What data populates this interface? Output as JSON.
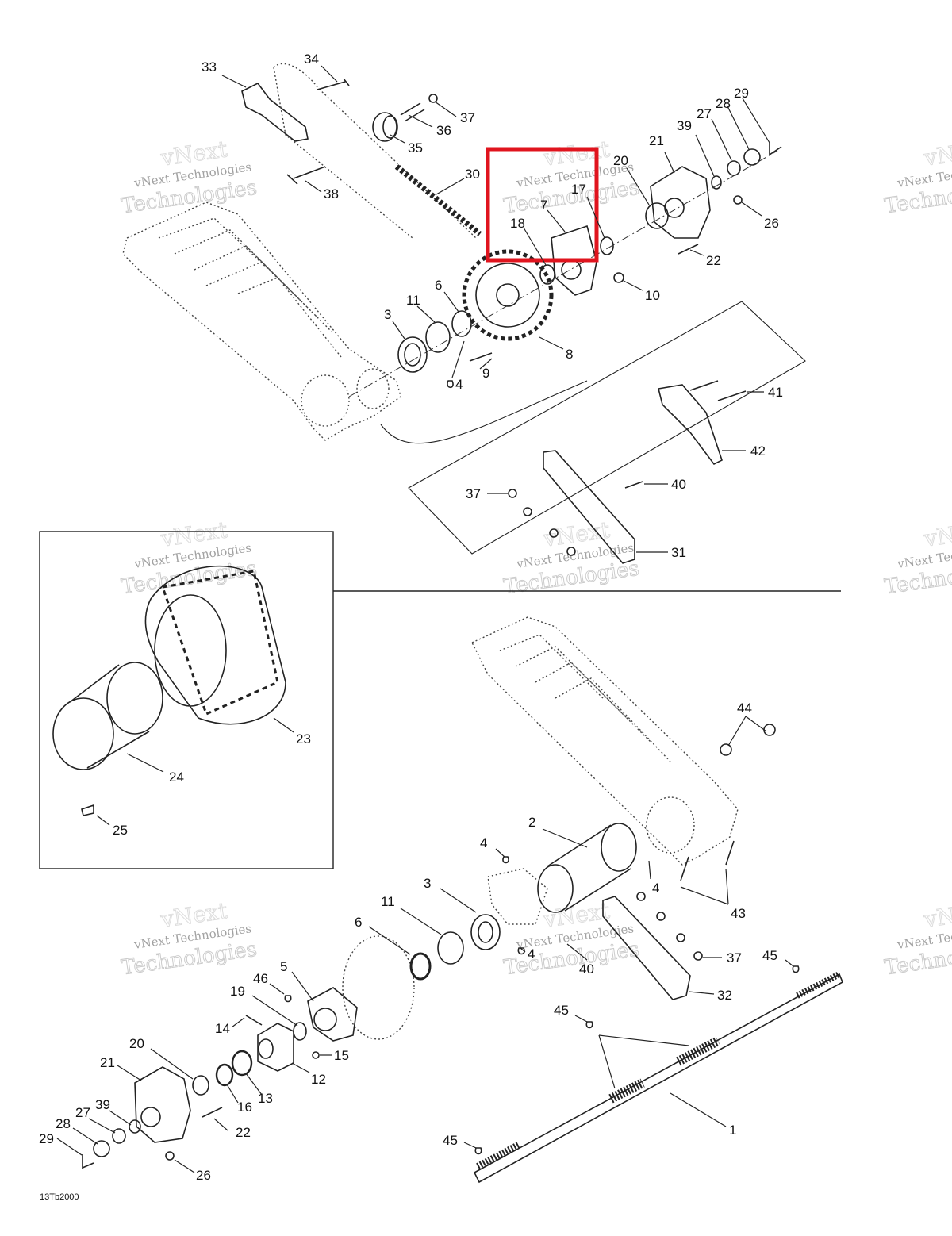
{
  "figure_code": "13Tb2000",
  "watermark": {
    "line1": "vNext Technologies",
    "line2": "Technologies",
    "script": "vNext"
  },
  "highlight": {
    "color": "#e0141e"
  },
  "callouts": [
    {
      "num": "33"
    },
    {
      "num": "34"
    },
    {
      "num": "37"
    },
    {
      "num": "36"
    },
    {
      "num": "35"
    },
    {
      "num": "30"
    },
    {
      "num": "38"
    },
    {
      "num": "7"
    },
    {
      "num": "18"
    },
    {
      "num": "17"
    },
    {
      "num": "20"
    },
    {
      "num": "21"
    },
    {
      "num": "39"
    },
    {
      "num": "27"
    },
    {
      "num": "28"
    },
    {
      "num": "29"
    },
    {
      "num": "26"
    },
    {
      "num": "22"
    },
    {
      "num": "10"
    },
    {
      "num": "6"
    },
    {
      "num": "11"
    },
    {
      "num": "3"
    },
    {
      "num": "4"
    },
    {
      "num": "9"
    },
    {
      "num": "8"
    },
    {
      "num": "41"
    },
    {
      "num": "42"
    },
    {
      "num": "37"
    },
    {
      "num": "40"
    },
    {
      "num": "31"
    },
    {
      "num": "23"
    },
    {
      "num": "24"
    },
    {
      "num": "25"
    },
    {
      "num": "44"
    },
    {
      "num": "2"
    },
    {
      "num": "4"
    },
    {
      "num": "4"
    },
    {
      "num": "43"
    },
    {
      "num": "3"
    },
    {
      "num": "11"
    },
    {
      "num": "6"
    },
    {
      "num": "4"
    },
    {
      "num": "40"
    },
    {
      "num": "37"
    },
    {
      "num": "45"
    },
    {
      "num": "32"
    },
    {
      "num": "46"
    },
    {
      "num": "5"
    },
    {
      "num": "19"
    },
    {
      "num": "14"
    },
    {
      "num": "15"
    },
    {
      "num": "20"
    },
    {
      "num": "12"
    },
    {
      "num": "21"
    },
    {
      "num": "13"
    },
    {
      "num": "16"
    },
    {
      "num": "39"
    },
    {
      "num": "22"
    },
    {
      "num": "27"
    },
    {
      "num": "28"
    },
    {
      "num": "29"
    },
    {
      "num": "26"
    },
    {
      "num": "45"
    },
    {
      "num": "1"
    },
    {
      "num": "45"
    }
  ]
}
